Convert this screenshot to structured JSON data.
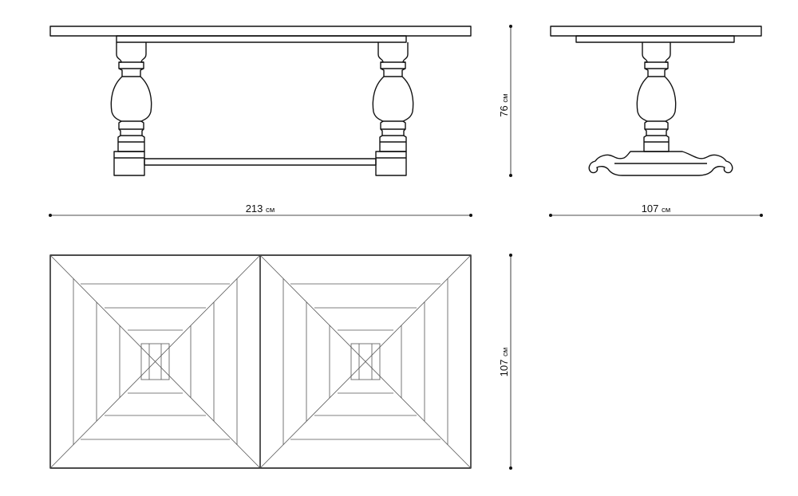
{
  "dimensions": {
    "length": {
      "value": "213",
      "unit": "см"
    },
    "width_side": {
      "value": "107",
      "unit": "см"
    },
    "height": {
      "value": "76",
      "unit": "см"
    },
    "width_top": {
      "value": "107",
      "unit": "см"
    }
  }
}
